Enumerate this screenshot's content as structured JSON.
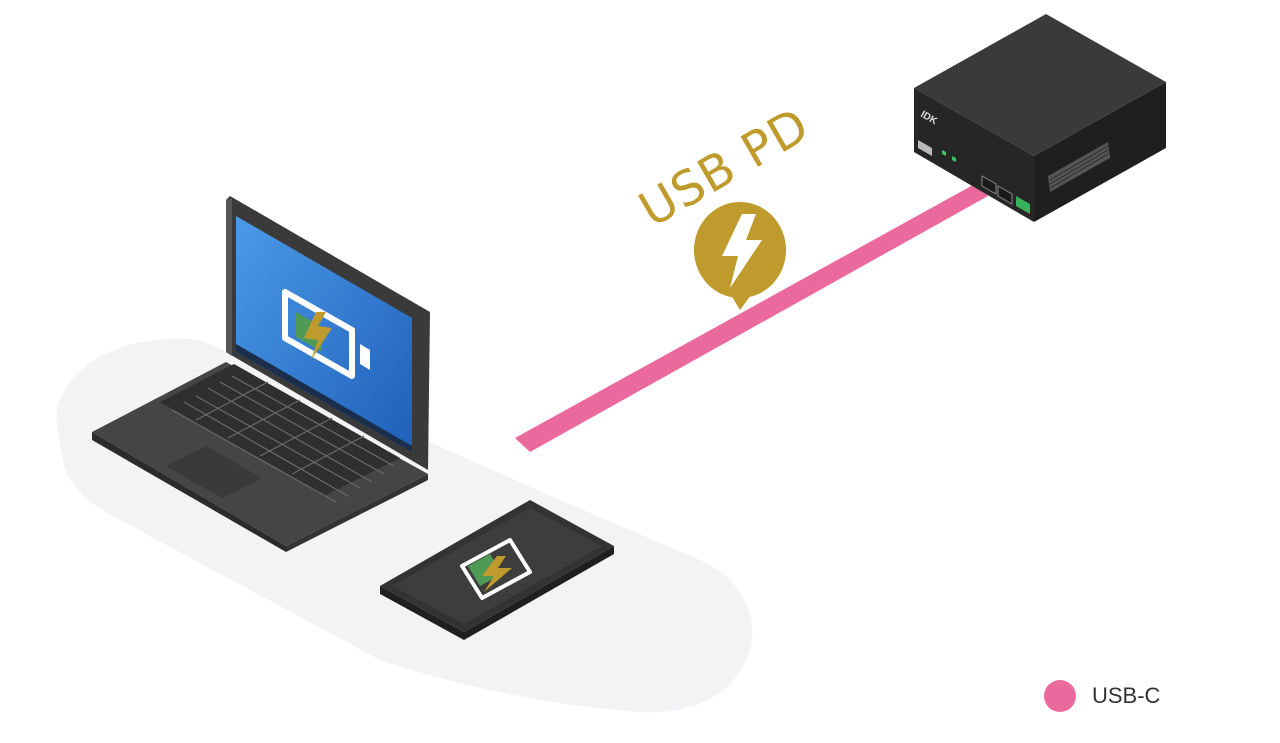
{
  "diagram": {
    "pd_label": "USB PD",
    "device_brand": "IDK",
    "colors": {
      "cable": "#ea6a9e",
      "accent": "#bf9a2c",
      "device_body": "#2f2f2f",
      "shadow": "#f3f3f5",
      "screen_blue": "#3f86d8",
      "battery_green": "#4f9a54"
    }
  },
  "legend": {
    "items": [
      {
        "label": "USB-C",
        "color": "#ea6a9e"
      }
    ]
  }
}
